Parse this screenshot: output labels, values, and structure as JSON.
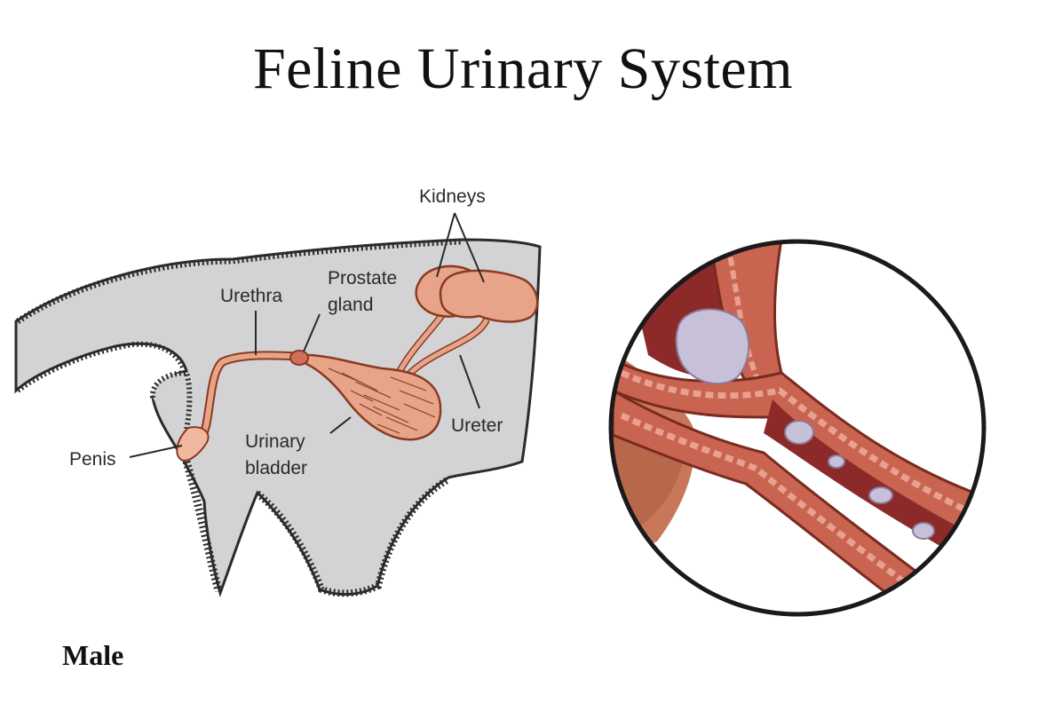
{
  "title": "Feline Urinary System",
  "labels": {
    "kidneys": "Kidneys",
    "prostate": "Prostate",
    "gland": "gland",
    "urethra": "Urethra",
    "ureter": "Ureter",
    "penis": "Penis",
    "urinary": "Urinary",
    "bladder": "bladder"
  },
  "sex_label": "Male",
  "colors": {
    "body_gray": "#d3d3d5",
    "fur_dark": "#2b2b2b",
    "organ_fill": "#e8a488",
    "organ_stroke": "#8a3a22",
    "muscle": "#c86450",
    "muscle_light": "#e8a090",
    "lumen": "#8c2a2a",
    "stone": "#c8c0d8"
  }
}
